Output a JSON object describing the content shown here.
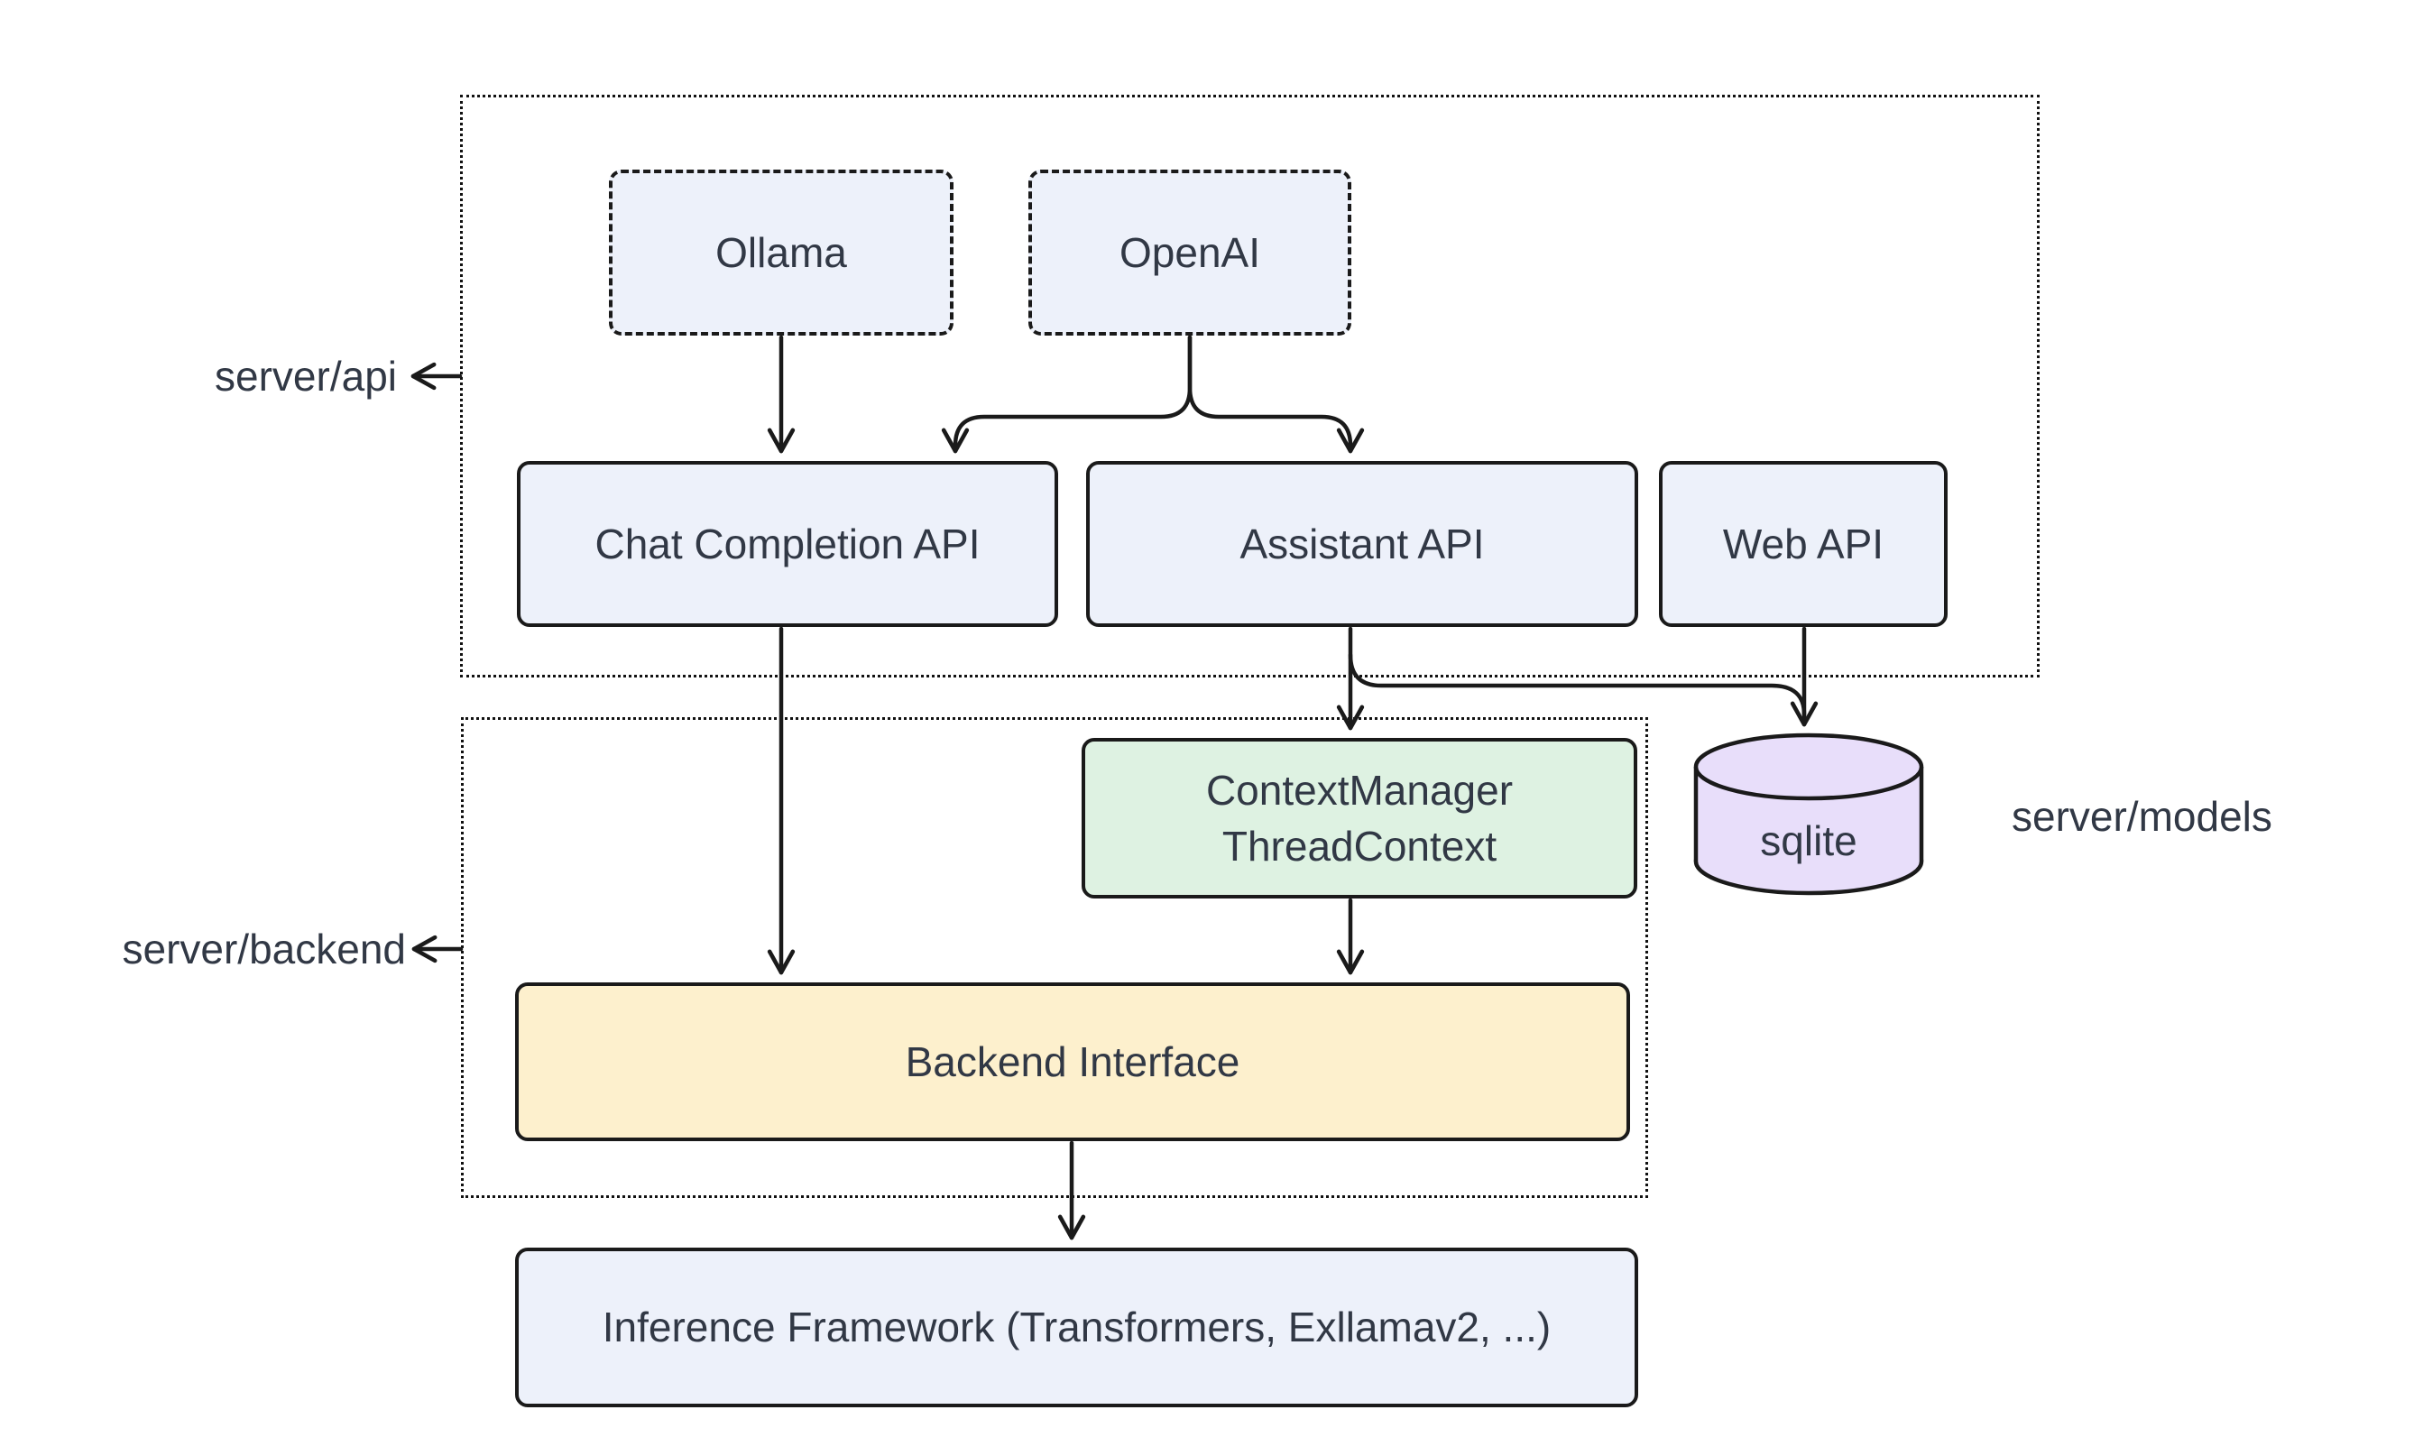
{
  "diagram": {
    "side_labels": {
      "server_api": "server/api",
      "server_backend": "server/backend",
      "server_models": "server/models"
    },
    "nodes": {
      "ollama": "Ollama",
      "openai": "OpenAI",
      "chat_completion_api": "Chat Completion API",
      "assistant_api": "Assistant API",
      "web_api": "Web API",
      "context_manager": {
        "line1": "ContextManager",
        "line2": "ThreadContext"
      },
      "sqlite": "sqlite",
      "backend_interface": "Backend Interface",
      "inference_framework": "Inference Framework (Transformers, Exllamav2, ...)"
    },
    "colors": {
      "node_fill_blue": "#edf1fa",
      "node_fill_green": "#def2e2",
      "node_fill_yellow": "#fdf0cd",
      "node_fill_purple": "#e8defa",
      "stroke": "#1a1a1a",
      "text": "#313845",
      "background": "#ffffff"
    }
  }
}
